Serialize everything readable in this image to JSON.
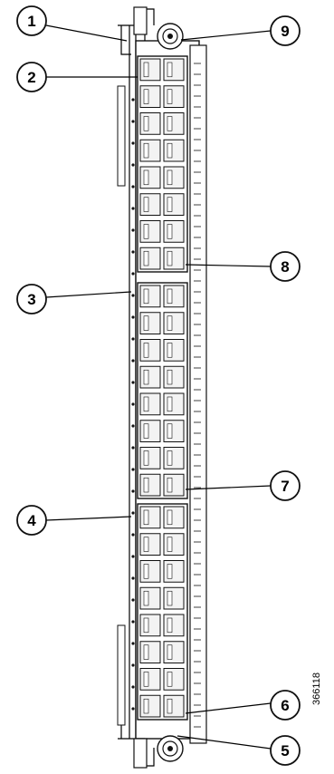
{
  "figure": {
    "id_label": "366118",
    "port_groups": 3,
    "ports_per_group": 16
  },
  "callouts": [
    {
      "label": "1"
    },
    {
      "label": "2"
    },
    {
      "label": "3"
    },
    {
      "label": "4"
    },
    {
      "label": "5"
    },
    {
      "label": "6"
    },
    {
      "label": "7"
    },
    {
      "label": "8"
    },
    {
      "label": "9"
    }
  ],
  "colors": {
    "line": "#111111",
    "panel": "#ffffff",
    "port_fill": "#f3f3f3"
  }
}
